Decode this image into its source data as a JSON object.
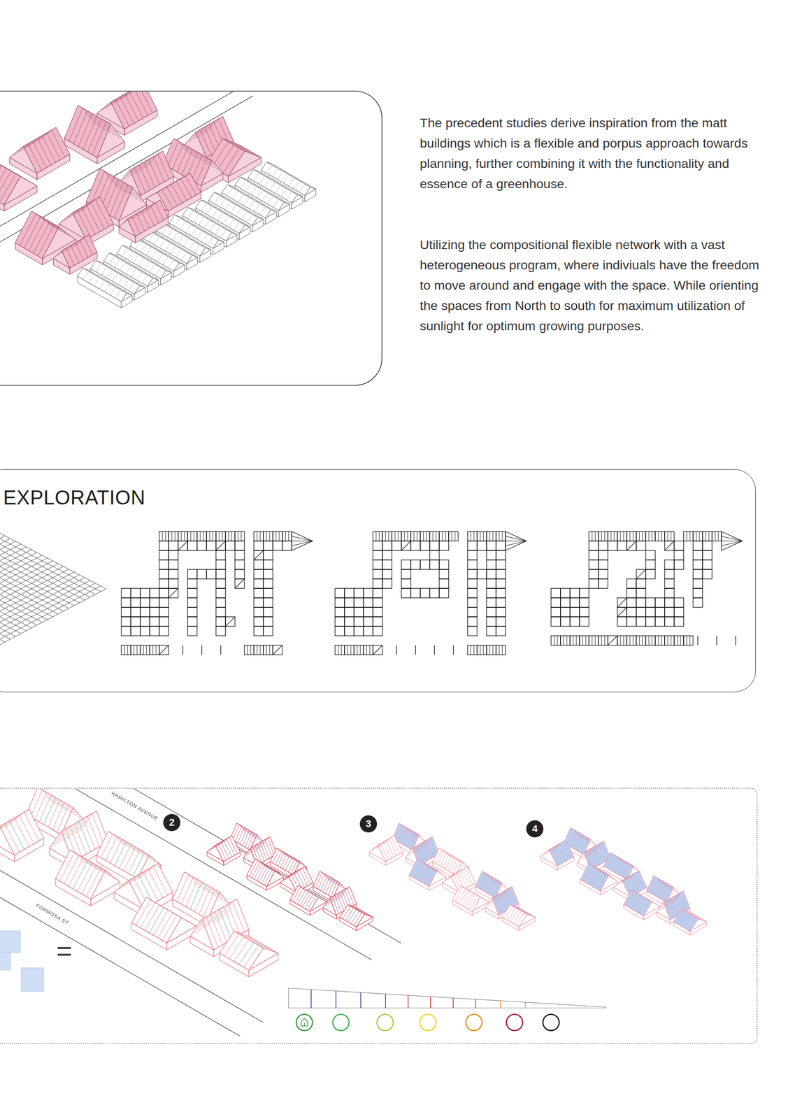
{
  "diagram": {
    "nodes": [
      {
        "text": [
          "EXPLORATION"
        ]
      },
      {
        "text": [
          "2"
        ]
      },
      {
        "text": [
          "3"
        ]
      },
      {
        "text": [
          "4"
        ]
      }
    ],
    "labels": [
      "The precedent studies derive inspiration from the matt buildings which is a flexible and porpus approach towards planning, further combining it with the functionality and essence of a greenhouse.",
      "Utilizing the compositional flexible network with a vast heterogeneous program, where indiviuals have the freedom to move around and engage with the space. While orienting the spaces from North to south for maximum utilization of sunlight for optimum growing purposes.",
      "HAMILTON AVENUE",
      "FORMOSA ST",
      "="
    ]
  }
}
